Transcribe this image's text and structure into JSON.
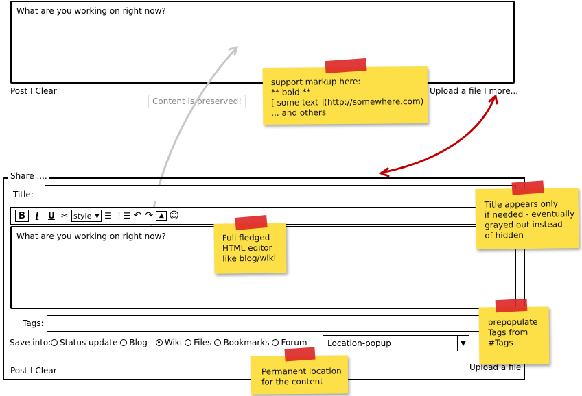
{
  "top": {
    "placeholder": "What are you working on right now?",
    "post": "Post",
    "sep": "I",
    "clear": "Clear",
    "upload": "Upload a file",
    "more": "more..."
  },
  "annotation_preserved": "Content is preserved!",
  "notes": {
    "markup": [
      "support markup here:",
      "** bold **",
      "[ some text ](http://somewhere.com)",
      "... and others"
    ],
    "editor": [
      "Full fledged",
      "HTML editor",
      "like blog/wiki"
    ],
    "title": [
      "Title appears only",
      "if needed - eventually",
      "grayed out instead",
      "of hidden"
    ],
    "tags": [
      "prepopulate",
      "Tags from",
      "#Tags"
    ],
    "location": [
      "Permanent location",
      "for the content"
    ]
  },
  "share": {
    "legend": "Share ....",
    "title_label": "Title:",
    "toolbar": {
      "bold": "B",
      "italic": "I",
      "underline": "U",
      "style": "style"
    },
    "editor_placeholder": "What are you working on right now?",
    "tags_label": "Tags:",
    "save_into_label": "Save into:",
    "options": [
      {
        "label": "Status update",
        "selected": false
      },
      {
        "label": "Blog",
        "selected": false
      },
      {
        "label": "Wiki",
        "selected": true
      },
      {
        "label": "Files",
        "selected": false
      },
      {
        "label": "Bookmarks",
        "selected": false
      },
      {
        "label": "Forum",
        "selected": false
      }
    ],
    "location_value": "Location-popup",
    "post": "Post",
    "sep": "I",
    "clear": "Clear",
    "upload": "Upload a file"
  },
  "colors": {
    "note": "#fde047",
    "tape": "#dc2626",
    "arrow_red": "#c00000",
    "arrow_gray": "#c8c8c8"
  }
}
